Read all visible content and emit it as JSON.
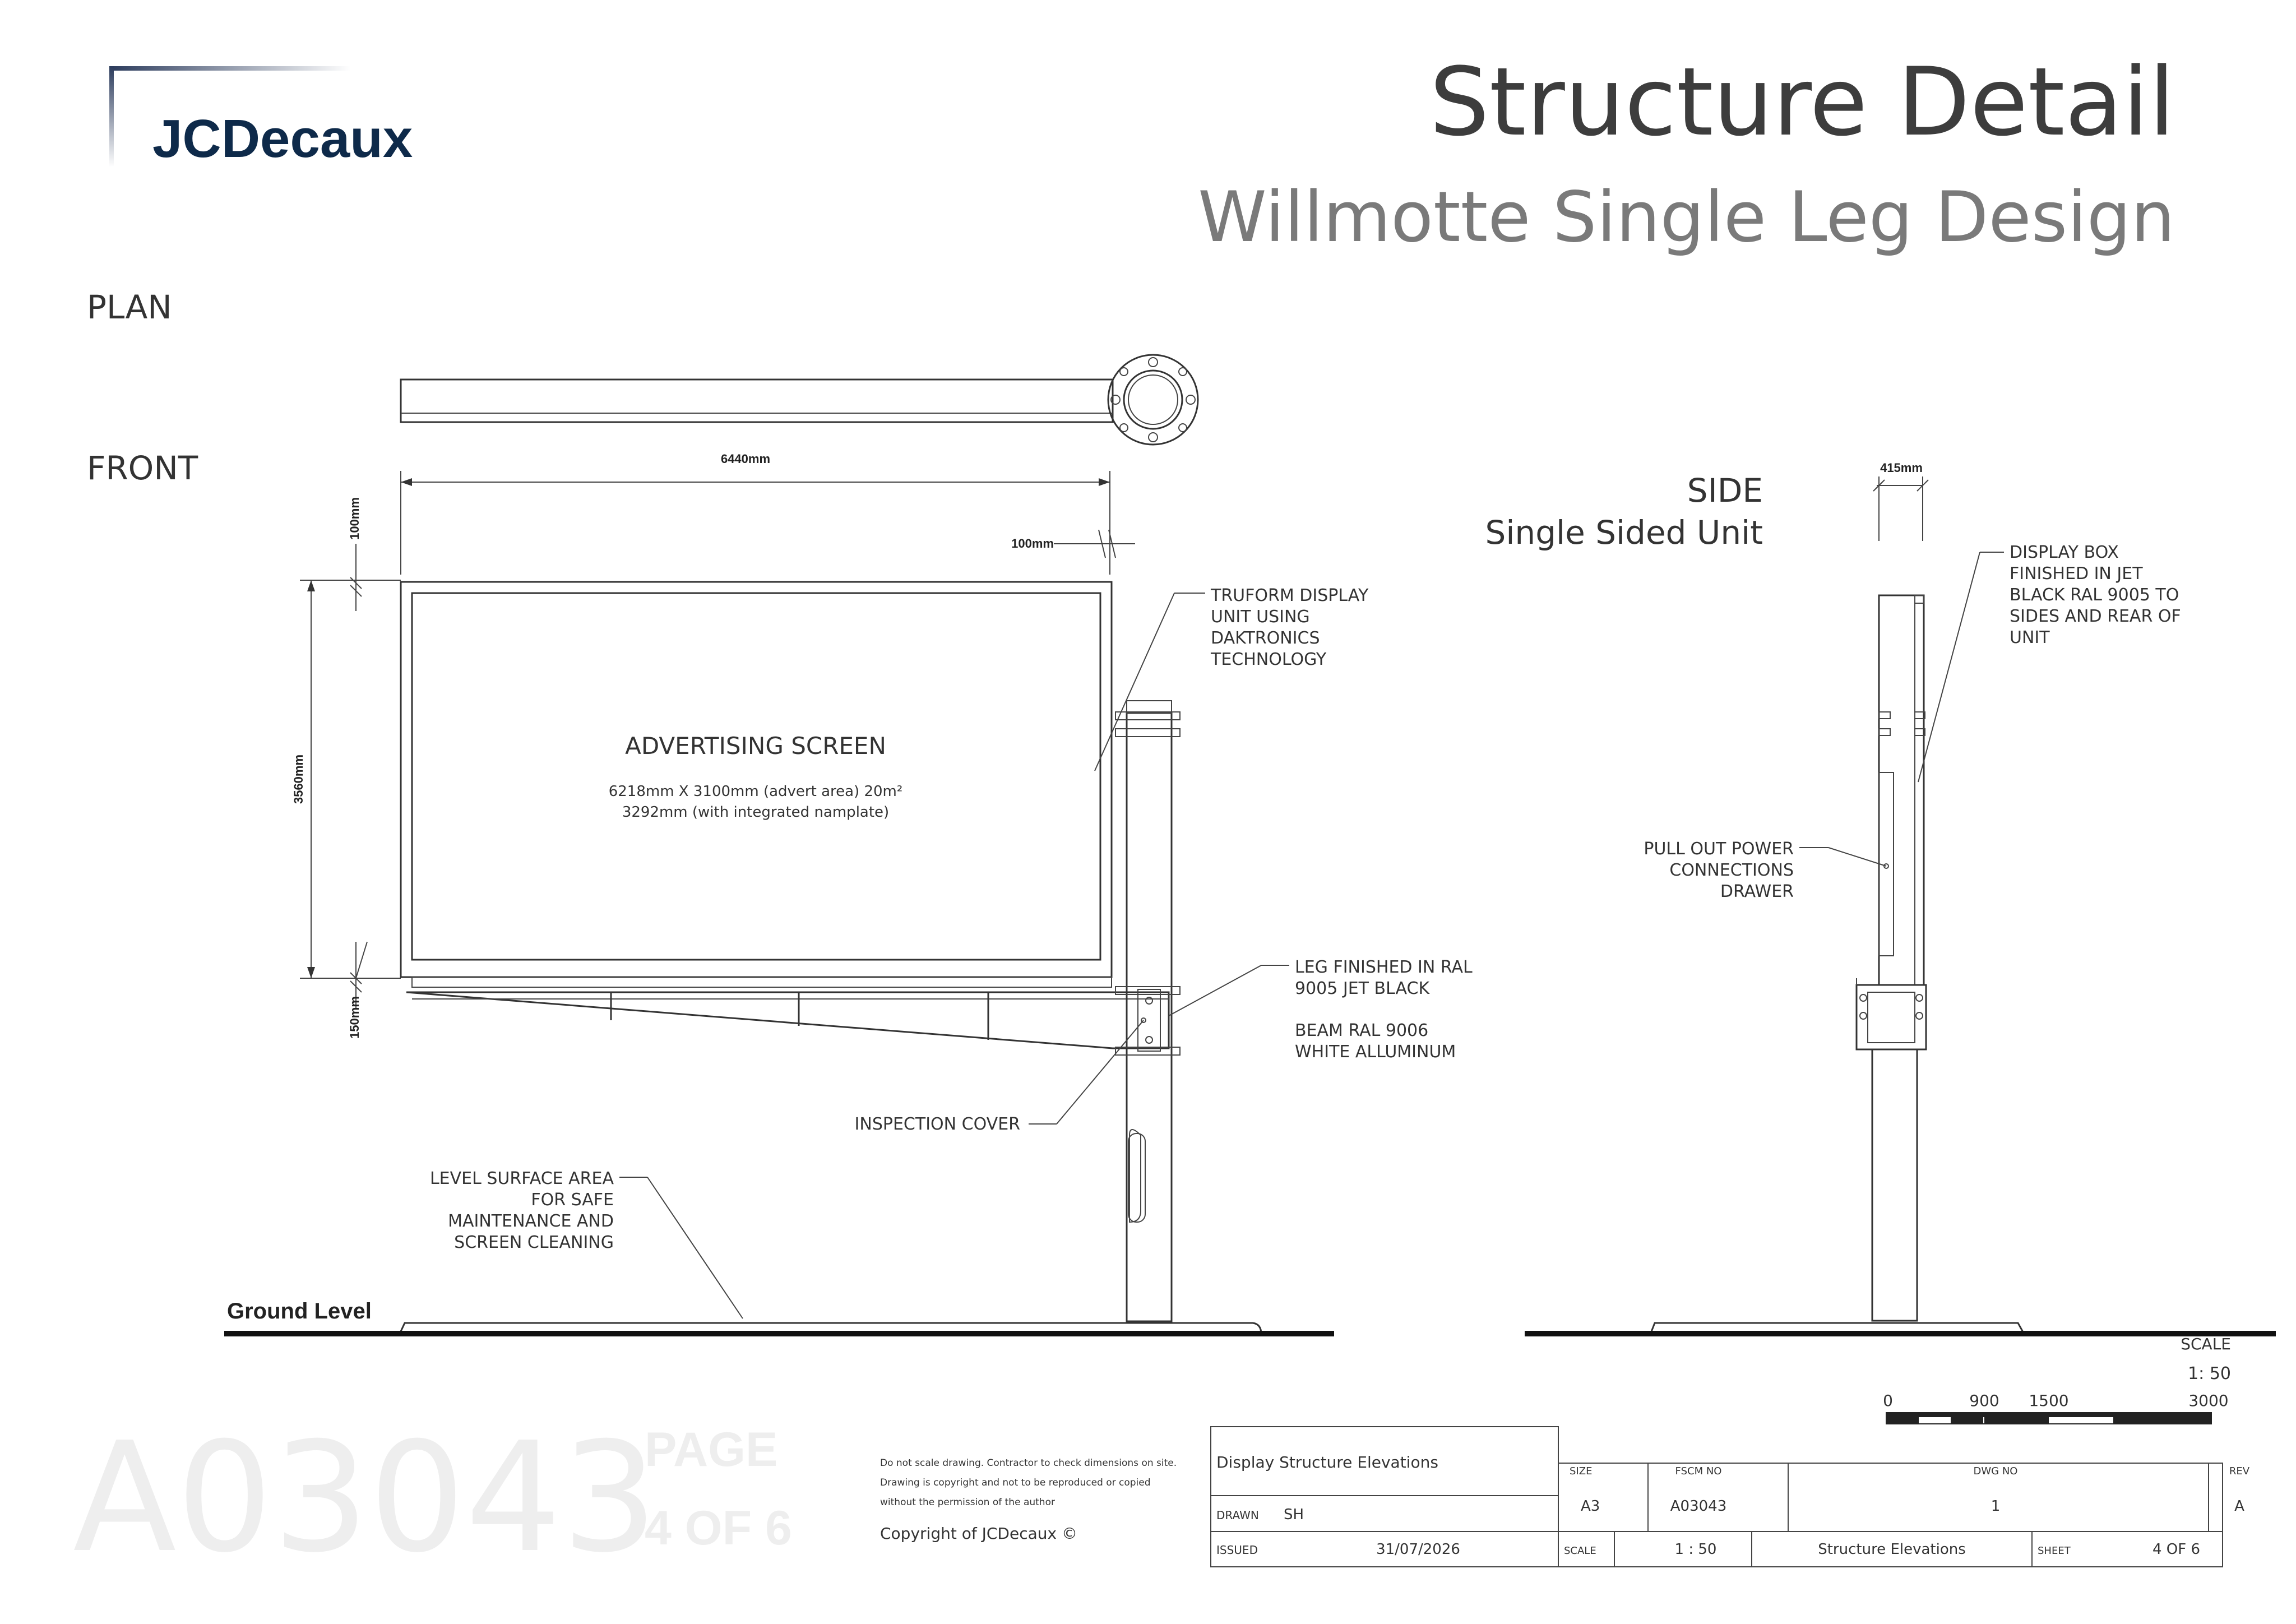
{
  "brand": {
    "logo_text": "JCDecaux",
    "color": "#0e2a4a"
  },
  "header": {
    "title": "Structure Detail",
    "subtitle": "Willmotte Single Leg Design"
  },
  "views": {
    "plan": "PLAN",
    "front": "FRONT",
    "side": "SIDE",
    "side_sub": "Single Sided Unit"
  },
  "dimensions": {
    "width": "6440mm",
    "height": "3560mm",
    "top_gap": "100mm",
    "right_gap": "100mm",
    "bottom_gap": "150mm",
    "side_depth": "415mm"
  },
  "screen": {
    "title": "ADVERTISING SCREEN",
    "line1": "6218mm X 3100mm (advert area) 20m²",
    "line2": "3292mm (with integrated namplate)"
  },
  "callouts": {
    "truform": [
      "TRUFORM DISPLAY",
      "UNIT USING",
      "DAKTRONICS",
      "TECHNOLOGY"
    ],
    "leg": [
      "LEG FINISHED IN RAL",
      "9005 JET BLACK"
    ],
    "beam": [
      "BEAM RAL 9006",
      "WHITE ALLUMINUM"
    ],
    "inspection": "INSPECTION COVER",
    "level": [
      "LEVEL SURFACE AREA",
      "FOR SAFE",
      "MAINTENANCE AND",
      "SCREEN CLEANING"
    ],
    "power": [
      "PULL OUT POWER",
      "CONNECTIONS",
      "DRAWER"
    ],
    "display_box": [
      "DISPLAY BOX",
      "FINISHED IN JET",
      "BLACK RAL 9005 TO",
      "SIDES AND REAR OF",
      "UNIT"
    ]
  },
  "ground_label": "Ground Level",
  "scale_bar": {
    "label": "SCALE",
    "ratio": "1: 50",
    "ticks": [
      "0",
      "900",
      "1500",
      "3000"
    ]
  },
  "watermark": {
    "code": "A03043",
    "page_label": "PAGE",
    "page_num": "4 OF 6"
  },
  "disclaimer": [
    "Do not scale drawing. Contractor to check dimensions on site.",
    "Drawing is copyright and not to be reproduced or copied",
    "without the permission of the author"
  ],
  "copyright": "Copyright of JCDecaux ©",
  "title_block": {
    "drawing_title": "Display Structure Elevations",
    "drawn_label": "DRAWN",
    "drawn_value": "SH",
    "issued_label": "ISSUED",
    "issued_value": "31/07/2026",
    "size_label": "SIZE",
    "size_value": "A3",
    "fscm_label": "FSCM NO",
    "fscm_value": "A03043",
    "dwg_label": "DWG NO",
    "dwg_value": "1",
    "rev_label": "REV",
    "rev_value": "A",
    "scale_label": "SCALE",
    "scale_value": "1 : 50",
    "desc_value": "Structure Elevations",
    "sheet_label": "SHEET",
    "sheet_value": "4 OF 6"
  }
}
